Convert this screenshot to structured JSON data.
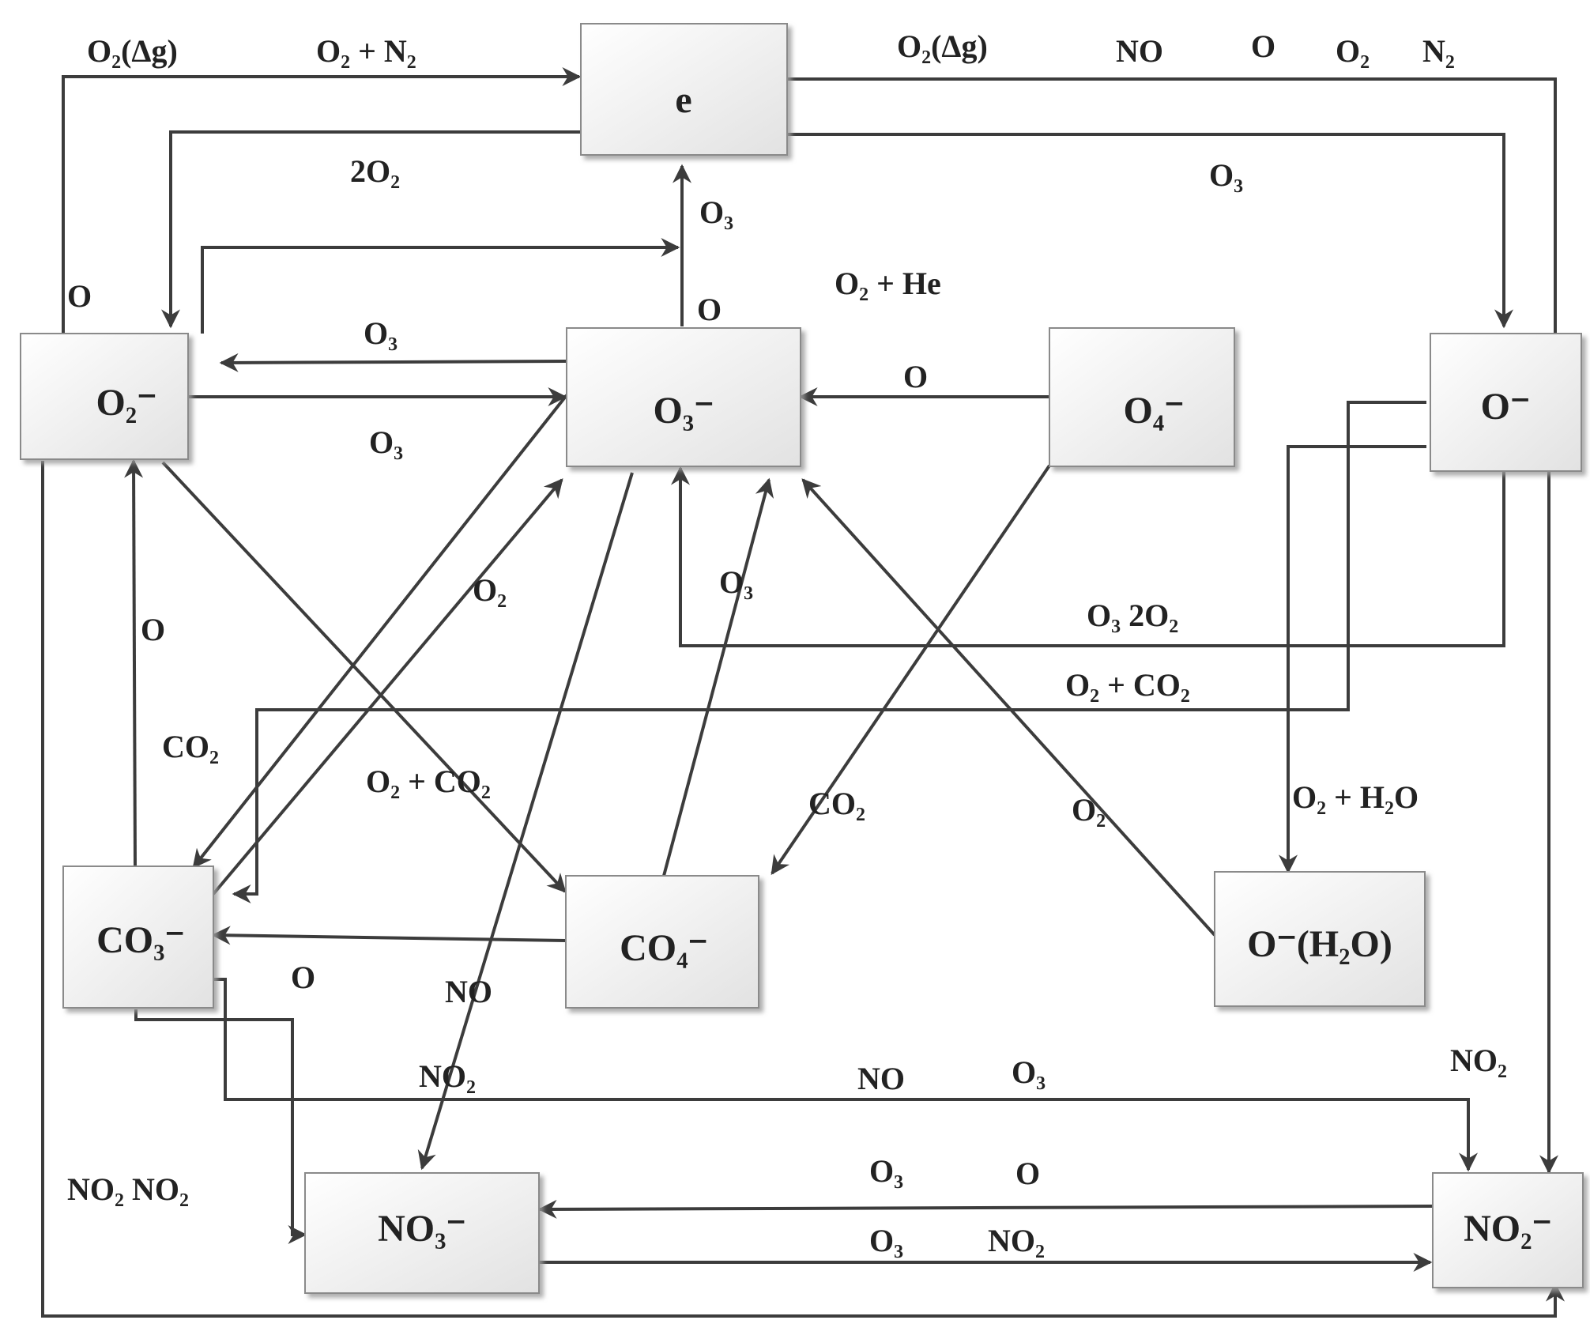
{
  "nodes": {
    "e": "e",
    "o2m": "O₂⁻",
    "o3m": "O₃⁻",
    "o4m": "O₄⁻",
    "om": "O⁻",
    "co3m": "CO₃⁻",
    "co4m": "CO₄⁻",
    "omh2o": "O⁻(H₂O)",
    "no3m": "NO₃⁻",
    "no2m": "NO₂⁻"
  },
  "labels": {
    "o2dg_left": "O₂(Δg)",
    "o2n2": "O₂ + N₂",
    "o2dg_right": "O₂(Δg)",
    "no_top": "NO",
    "o_top": "O",
    "o2_top": "O₂",
    "n2_top": "N₂",
    "two_o2": "2O₂",
    "o3_right_top": "O₃",
    "o3_e": "O₃",
    "o_left": "O",
    "o2he": "O₂ + He",
    "o_center": "O",
    "o3_to_o2": "O₃",
    "o_o4": "O",
    "o3_from_o2": "O₃",
    "o2_mid": "O₂",
    "o3_mid": "O₃",
    "o_co3": "O",
    "o3_2o2": "O₃ 2O₂",
    "o2co2_right": "O₂ + CO₂",
    "co2_left": "CO₂",
    "o2co2_mid": "O₂ + CO₂",
    "co2_mid": "CO₂",
    "o2_omh2o": "O₂",
    "o2h2o": "O₂ + H₂O",
    "o_bottom": "O",
    "no_mid": "NO",
    "no2_left": "NO₂",
    "no_bottom": "NO",
    "o3_bottom": "O₃",
    "no2_right": "NO₂",
    "no2_no2": "NO₂ NO₂",
    "o3_no3": "O₃",
    "o_no3": "O",
    "o3_no2m": "O₃",
    "no2_no2m": "NO₂"
  }
}
